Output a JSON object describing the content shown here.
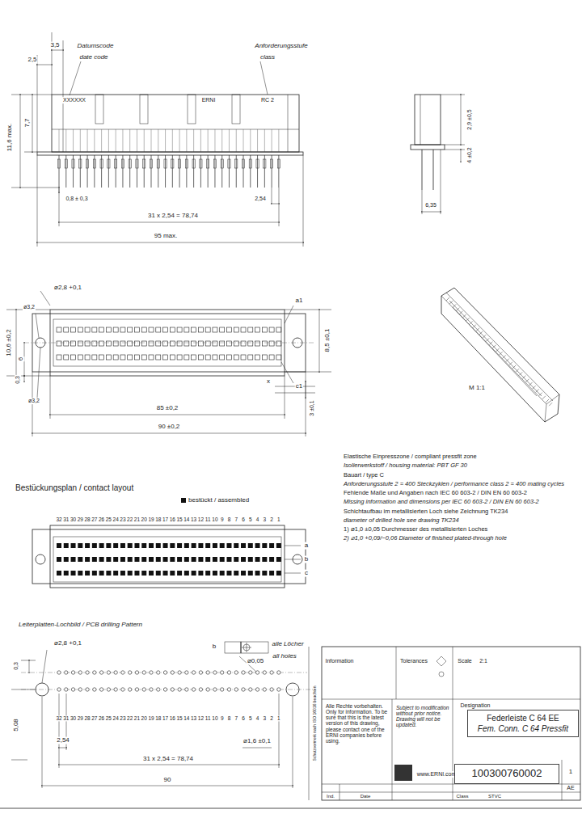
{
  "diagram": {
    "nodes": [
      {
        "text": [
          "Federleiste C 64 EE",
          "Fem. Conn. C 64 Pressfit"
        ]
      },
      {
        "text": [
          "100300760002"
        ]
      }
    ],
    "labels": [
      "3,5",
      "2,5",
      "Datumscode",
      "date code",
      "Anforderungsstufe",
      "class",
      "11,6 max.",
      "7,7",
      "XXXXXX",
      "ERNI",
      "RC 2",
      "0,8 ± 0,3",
      "2,54",
      "31 x 2,54 = 78,74",
      "95 max.",
      "2,9 ±0,5",
      "4 ±0,2",
      "6,35",
      "⌀2,8 +0,1",
      "ø3,2",
      "a1",
      "10,6 ±0,2",
      "6",
      "8,5 ±0,1",
      "0,3",
      "ø3,2",
      "x",
      "c1",
      "3 ±0,1",
      "85 ±0,2",
      "90 ±0,2",
      "M 1:1",
      "Elastische Einpresszone / compliant pressfit zone",
      "Isolierwerkstoff / housing material: PBT GF 30",
      "Bauart / type C",
      "Anforderungsstufe 2 = 400 Steckzyklen / performance class 2 = 400 mating cycles",
      "Fehlende Maße und Angaben nach IEC 60 603-2 / DIN EN 60 603-2",
      "Missing information and dimensions per IEC 60 603-2 / DIN EN 60 603-2",
      "Schichtaufbau im metallisierten Loch siehe Zeichnung TK234",
      "diameter of drilled hole see drawing TK234",
      "1) ⌀1,0 ±0,05 Durchmesser des metallisierten Loches",
      "2) ⌀1,0 +0,09/−0,06 Diameter of finished plated-through hole",
      "Bestückungsplan / contact layout",
      "Leiterplatten-Lochbild / PCB drilling Pattern",
      "⌀2,8 +0,1",
      "b",
      "⌀0,05",
      "alle Löcher",
      "all holes",
      "0,3",
      "5,08",
      "2,54",
      "⌀1,6 ±0,1",
      "31 x 2,54 = 78,74",
      "90",
      "Information",
      "Tolerances",
      "Scale",
      "2:1",
      "Designation",
      "Alle Rechte vorbehalten. Only for information. To be sure that this is the latest version of this drawing, please contact one of the ERNI companies before using.",
      "Subject to modification without prior notice. Drawing will not be updated.",
      "www.ERNI.com",
      "1",
      "AE",
      "Ind.",
      "Date",
      "Class",
      "STVC",
      "Schutzvermerk nach ISO 16016 beachten",
      "a",
      "b",
      "c",
      "32",
      "31",
      "30",
      "29",
      "28",
      "27",
      "26",
      "25",
      "24",
      "23",
      "22",
      "21",
      "20",
      "19",
      "18",
      "17",
      "16",
      "15",
      "14",
      "13",
      "12",
      "11",
      "10",
      "9",
      "8",
      "7",
      "6",
      "5",
      "4",
      "3",
      "2",
      "1",
      "32",
      "31",
      "30",
      "29",
      "28",
      "27",
      "26",
      "25",
      "24",
      "23",
      "22",
      "21",
      "20",
      "19",
      "18",
      "17",
      "16",
      "15",
      "14",
      "13",
      "12",
      "11",
      "10",
      "9",
      "8",
      "7",
      "6",
      "5",
      "4",
      "3",
      "2",
      "1"
    ],
    "legend": [
      {
        "text": "bestückt / assembled",
        "color": "#111111"
      }
    ]
  }
}
